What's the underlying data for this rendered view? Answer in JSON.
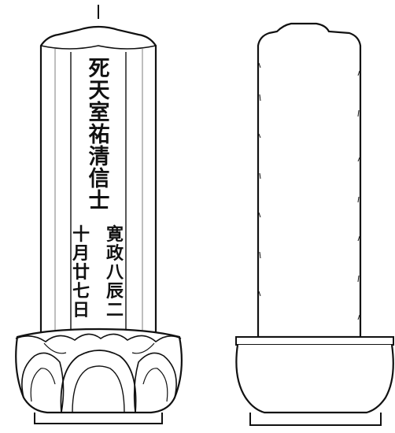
{
  "figure": {
    "label": "1"
  },
  "front_view": {
    "center_inscription": [
      "死",
      "天",
      "室",
      "祐",
      "清",
      "信",
      "士"
    ],
    "left_inscription": [
      "十",
      "月",
      "廿",
      "七",
      "日"
    ],
    "right_inscription": [
      "寛",
      "政",
      "八",
      "辰",
      "二"
    ]
  },
  "colors": {
    "ink": "#111111",
    "paper": "#ffffff"
  }
}
